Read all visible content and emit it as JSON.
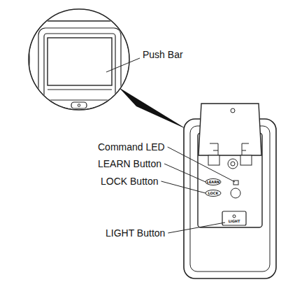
{
  "diagram": {
    "labels": [
      "Push Bar",
      "Command LED",
      "LEARN Button",
      "LOCK Button",
      "LIGHT Button",
      "LEARN",
      "LOCK",
      "LIGHT"
    ]
  }
}
